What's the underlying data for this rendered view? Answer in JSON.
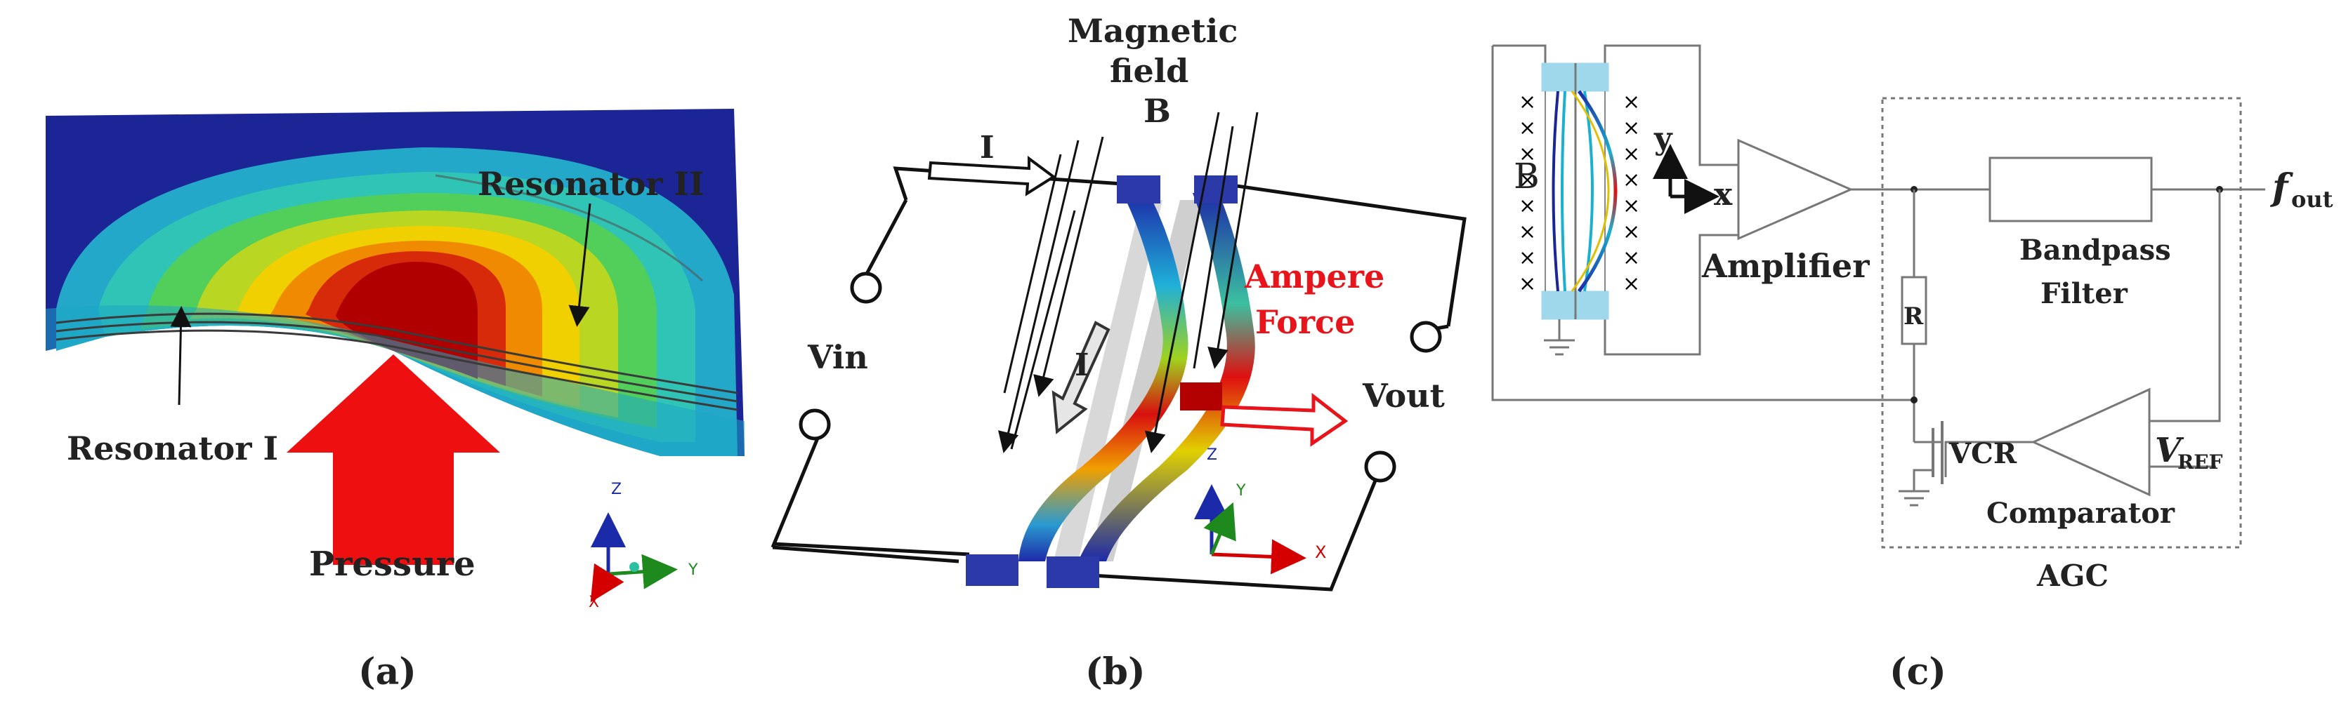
{
  "panel_a": {
    "label_resonator_2": "Resonator II",
    "label_resonator_1": "Resonator I",
    "label_pressure": "Pressure",
    "axis_z": "Z",
    "axis_y": "Y",
    "axis_x": "X",
    "caption": "(a)"
  },
  "panel_b": {
    "label_field_line1": "Magnetic",
    "label_field_line2": "field",
    "label_field_line3": "B",
    "label_current_top": "I",
    "label_current_beam": "I",
    "label_vin": "Vin",
    "label_vout": "Vout",
    "label_force_line1": "Ampere",
    "label_force_line2": "Force",
    "axis_z": "Z",
    "axis_y": "Y",
    "axis_x": "X",
    "caption": "(b)"
  },
  "panel_c": {
    "label_b": "B",
    "label_y": "y",
    "label_x": "x",
    "label_amplifier": "Amplifier",
    "label_bandpass_1": "Bandpass",
    "label_bandpass_2": "Filter",
    "label_r": "R",
    "label_vcr": "VCR",
    "label_comparator": "Comparator",
    "label_vref_main": "V",
    "label_vref_sub": "REF",
    "label_fout_main": "f",
    "label_fout_sub": "out",
    "label_agc": "AGC",
    "field_marker": "×",
    "caption": "(c)"
  },
  "colors": {
    "stress_high": "#b30000",
    "stress_mid": "#f2d100",
    "stress_low": "#1d2aa8",
    "force_red": "#e8141b",
    "pad_blue": "#2b3aa8",
    "electrode_blue": "#9fd8ea"
  }
}
